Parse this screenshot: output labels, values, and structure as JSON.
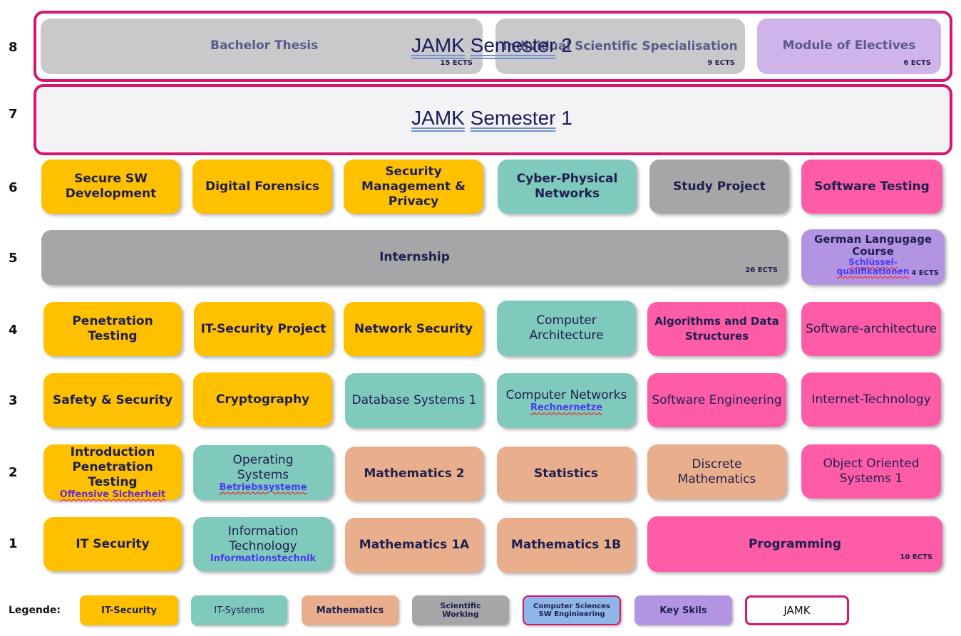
{
  "rows": [
    "8",
    "7",
    "6",
    "5",
    "4",
    "3",
    "2",
    "1"
  ],
  "row8": {
    "bachelor_thesis": "Bachelor Thesis",
    "bachelor_ects": "15 ECTS",
    "isp": "Individual Scientific Specialisation",
    "isp_ects": "9 ECTS",
    "electives": "Module of Electives",
    "electives_ects": "6 ECTS",
    "jamk_word": "JAMK",
    "semester_word": "Semester",
    "semester_num": "2"
  },
  "row7": {
    "jamk_word": "JAMK",
    "semester_word": "Semester",
    "semester_num": "1"
  },
  "row6": [
    "Secure SW Development",
    "Digital Forensics",
    "Security Management & Privacy",
    "Cyber-Physical Networks",
    "Study Project",
    "Software Testing"
  ],
  "row5": {
    "internship": "Internship",
    "internship_ects": "26 ECTS",
    "german": "German Langugage Course",
    "german_sub": "Schlüssel-qualifikationen",
    "german_ects": "4 ECTS"
  },
  "row4": [
    "Penetration Testing",
    "IT-Security Project",
    "Network Security",
    "Computer Architecture",
    "Algorithms and Data Structures",
    "Software-architecture"
  ],
  "row3": {
    "items": [
      "Safety & Security",
      "Cryptography",
      "Database Systems 1",
      "Computer Networks",
      "Software Engineering",
      "Internet-Technology"
    ],
    "networks_sub": "Rechnernetze"
  },
  "row2": {
    "items": [
      "Introduction Penetration Testing",
      "Operating Systems",
      "Mathematics 2",
      "Statistics",
      "Discrete Mathematics",
      "Object Oriented Systems 1"
    ],
    "intro_sub": "Offensive Sicherheit",
    "os_sub": "Betriebssysteme"
  },
  "row1": {
    "items": [
      "IT Security",
      "Information Technology",
      "Mathematics 1A",
      "Mathematics 1B",
      "Programming"
    ],
    "it_sub": "Informationstechnik",
    "programming_ects": "10 ECTS"
  },
  "legend": {
    "label": "Legende:",
    "items": [
      "IT-Security",
      "IT-Systems",
      "Mathematics",
      "Scientific Working",
      "Computer Sciences SW Enginieering",
      "Key Skils",
      "JAMK"
    ]
  },
  "colors": {
    "it_security": "#ffc000",
    "it_systems": "#7fc9bd",
    "mathematics": "#e9ae8c",
    "scientific_working": "#a6a6a8",
    "computer_sciences": "#ff5ca8",
    "key_skills": "#b394e3",
    "jamk_border": "#d4166e"
  }
}
